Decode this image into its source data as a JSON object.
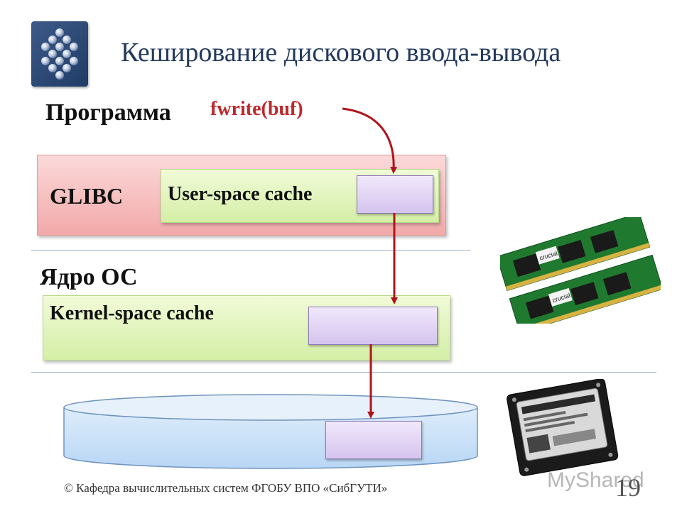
{
  "slide": {
    "title": "Кеширование дискового ввода-вывода",
    "program_label": "Программа",
    "call_code": "fwrite(buf)",
    "glibc_label": "GLIBC",
    "user_cache_label": "User-space cache",
    "kernel_label": "Ядро ОС",
    "kernel_cache_label": "Kernel-space cache",
    "footer": "© Кафедра вычислительных систем ФГОБУ ВПО «СибГУТИ»",
    "page_number": "19",
    "watermark": "MyShared"
  },
  "images": {
    "logo": "university-logo",
    "ram": "ram-modules-image",
    "ram_brand": "crucial",
    "disk": "hard-disk-image"
  },
  "colors": {
    "arrow": "#b0141b",
    "title": "#233a5e",
    "code": "#c0282c",
    "glibc_fill": "#f2a9a9",
    "cache_fill": "#d4eea6",
    "buffer_fill": "#d5c4ee",
    "disk_fill": "#b8d6f5"
  }
}
